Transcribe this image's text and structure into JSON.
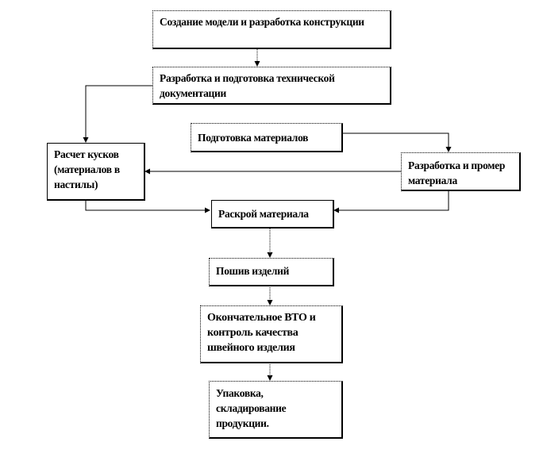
{
  "diagram": {
    "nodes": {
      "model": "Создание модели и разработка конструкции",
      "docs": "Разработка и подготовка технической документации",
      "materials_prep": "Подготовка материалов",
      "calc": "Расчет кусков (материалов в настилы)",
      "measure": "Разработка и промер материала",
      "cutting": "Раскрой материала",
      "sewing": "Пошив изделий",
      "final": "Окончательное ВТО и контроль качества швейного изделия",
      "packing": "Упаковка, складирование продукции."
    }
  }
}
